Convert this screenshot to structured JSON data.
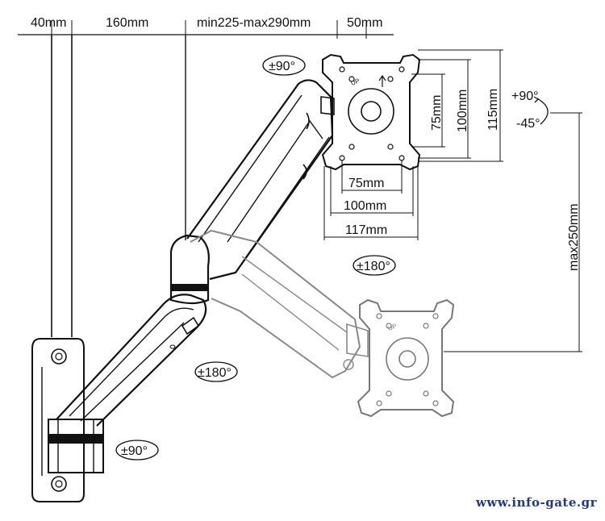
{
  "dimensions": {
    "top": [
      "40mm",
      "160mm",
      "min225-max290mm",
      "50mm"
    ],
    "vesa_height": [
      "75mm",
      "100mm",
      "115mm"
    ],
    "vesa_width": [
      "75mm",
      "100mm",
      "117mm"
    ],
    "max_height": "max250mm",
    "tilt_up": "+90°",
    "tilt_down": "-45°"
  },
  "rotations": {
    "plate": "±90°",
    "arm_mid": "±180°",
    "arm_lower": "±180°",
    "base": "±90°"
  },
  "plate_labels": [
    "UP",
    "UP"
  ],
  "watermark": "www.info-gate.gr",
  "colors": {
    "line": "#111111",
    "gray_plate": "#888888",
    "watermark": "#1f3a8a"
  }
}
